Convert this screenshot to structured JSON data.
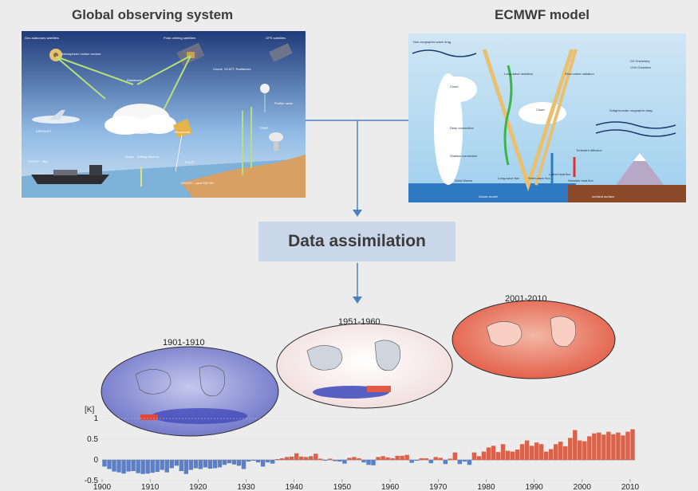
{
  "titles": {
    "observing": "Global observing system",
    "model": "ECMWF model",
    "assimilation": "Data assimilation"
  },
  "observing_labels": {
    "geo_sat": "Geo-stationary satellites",
    "polar_sat": "Polar orbiting satellites",
    "gps_sat": "GPS satellites",
    "atmos": "Atmospheric motion vectors",
    "radiances": "Radiances",
    "ozone": "Ozone, SCATT, Radiances",
    "aircraft": "AIRCRAFT",
    "dropsonde": "Dropsonde",
    "profiler": "Profiler radar",
    "ship": "SYNOP - Ship",
    "buoys": "Buoys - Drifting Moored",
    "pilot": "PILOT",
    "synop_land": "SYNOP - Land METAR",
    "temp": "TEMP"
  },
  "model_labels": {
    "orographic": "Non-orographic wave drag",
    "longwave": "Long-wave radiation",
    "shortwave": "Short-wave radiation",
    "o3": "O3 Chemistry",
    "ch4": "CH4 Oxidation",
    "cloud1": "Cloud",
    "cloud2": "Cloud",
    "deep": "Deep convection",
    "shallow": "Shallow convection",
    "wind": "Wind Waves",
    "lw_flux": "Long-wave flux",
    "sw_flux": "Short-wave flux",
    "latent": "Latent heat flux",
    "turbulent": "Turbulent diffusion",
    "sensible": "Sensible heat flux",
    "subgrid": "Subgrid-scale orographic drag",
    "ocean": "Ocean model",
    "land": "Ice/land surface"
  },
  "periods": [
    "1901-1910",
    "1951-1960",
    "2001-2010"
  ],
  "colors": {
    "arrow": "#4f81bd",
    "negative": "#5b7fc8",
    "positive": "#d9624a",
    "box": "#c9d7e8"
  },
  "chart_data": {
    "type": "bar",
    "ylabel": "[K]",
    "ylim": [
      -0.5,
      1
    ],
    "yticks": [
      -0.5,
      0,
      0.5,
      1
    ],
    "xticks": [
      1900,
      1910,
      1920,
      1930,
      1940,
      1950,
      1960,
      1970,
      1980,
      1990,
      2000,
      2010
    ],
    "x_start": 1900,
    "values": [
      -0.16,
      -0.22,
      -0.28,
      -0.3,
      -0.33,
      -0.28,
      -0.27,
      -0.32,
      -0.34,
      -0.33,
      -0.31,
      -0.29,
      -0.24,
      -0.3,
      -0.2,
      -0.14,
      -0.27,
      -0.34,
      -0.24,
      -0.2,
      -0.22,
      -0.18,
      -0.21,
      -0.2,
      -0.18,
      -0.12,
      -0.08,
      -0.11,
      -0.14,
      -0.22,
      -0.04,
      -0.02,
      -0.06,
      -0.16,
      -0.06,
      -0.09,
      0.02,
      0.04,
      0.07,
      0.08,
      0.16,
      0.08,
      0.07,
      0.09,
      0.15,
      0.03,
      -0.02,
      0.03,
      -0.03,
      -0.04,
      -0.09,
      0.05,
      0.07,
      0.04,
      -0.06,
      -0.12,
      -0.13,
      0.07,
      0.09,
      0.06,
      0.04,
      0.1,
      0.1,
      0.12,
      -0.07,
      -0.02,
      0.04,
      0.04,
      -0.08,
      0.07,
      0.05,
      -0.1,
      0.03,
      0.18,
      -0.1,
      -0.04,
      -0.12,
      0.18,
      0.09,
      0.2,
      0.3,
      0.34,
      0.19,
      0.38,
      0.22,
      0.2,
      0.25,
      0.38,
      0.47,
      0.34,
      0.42,
      0.38,
      0.2,
      0.26,
      0.38,
      0.44,
      0.33,
      0.53,
      0.72,
      0.47,
      0.45,
      0.57,
      0.64,
      0.66,
      0.61,
      0.68,
      0.62,
      0.66,
      0.59,
      0.68,
      0.74
    ]
  }
}
